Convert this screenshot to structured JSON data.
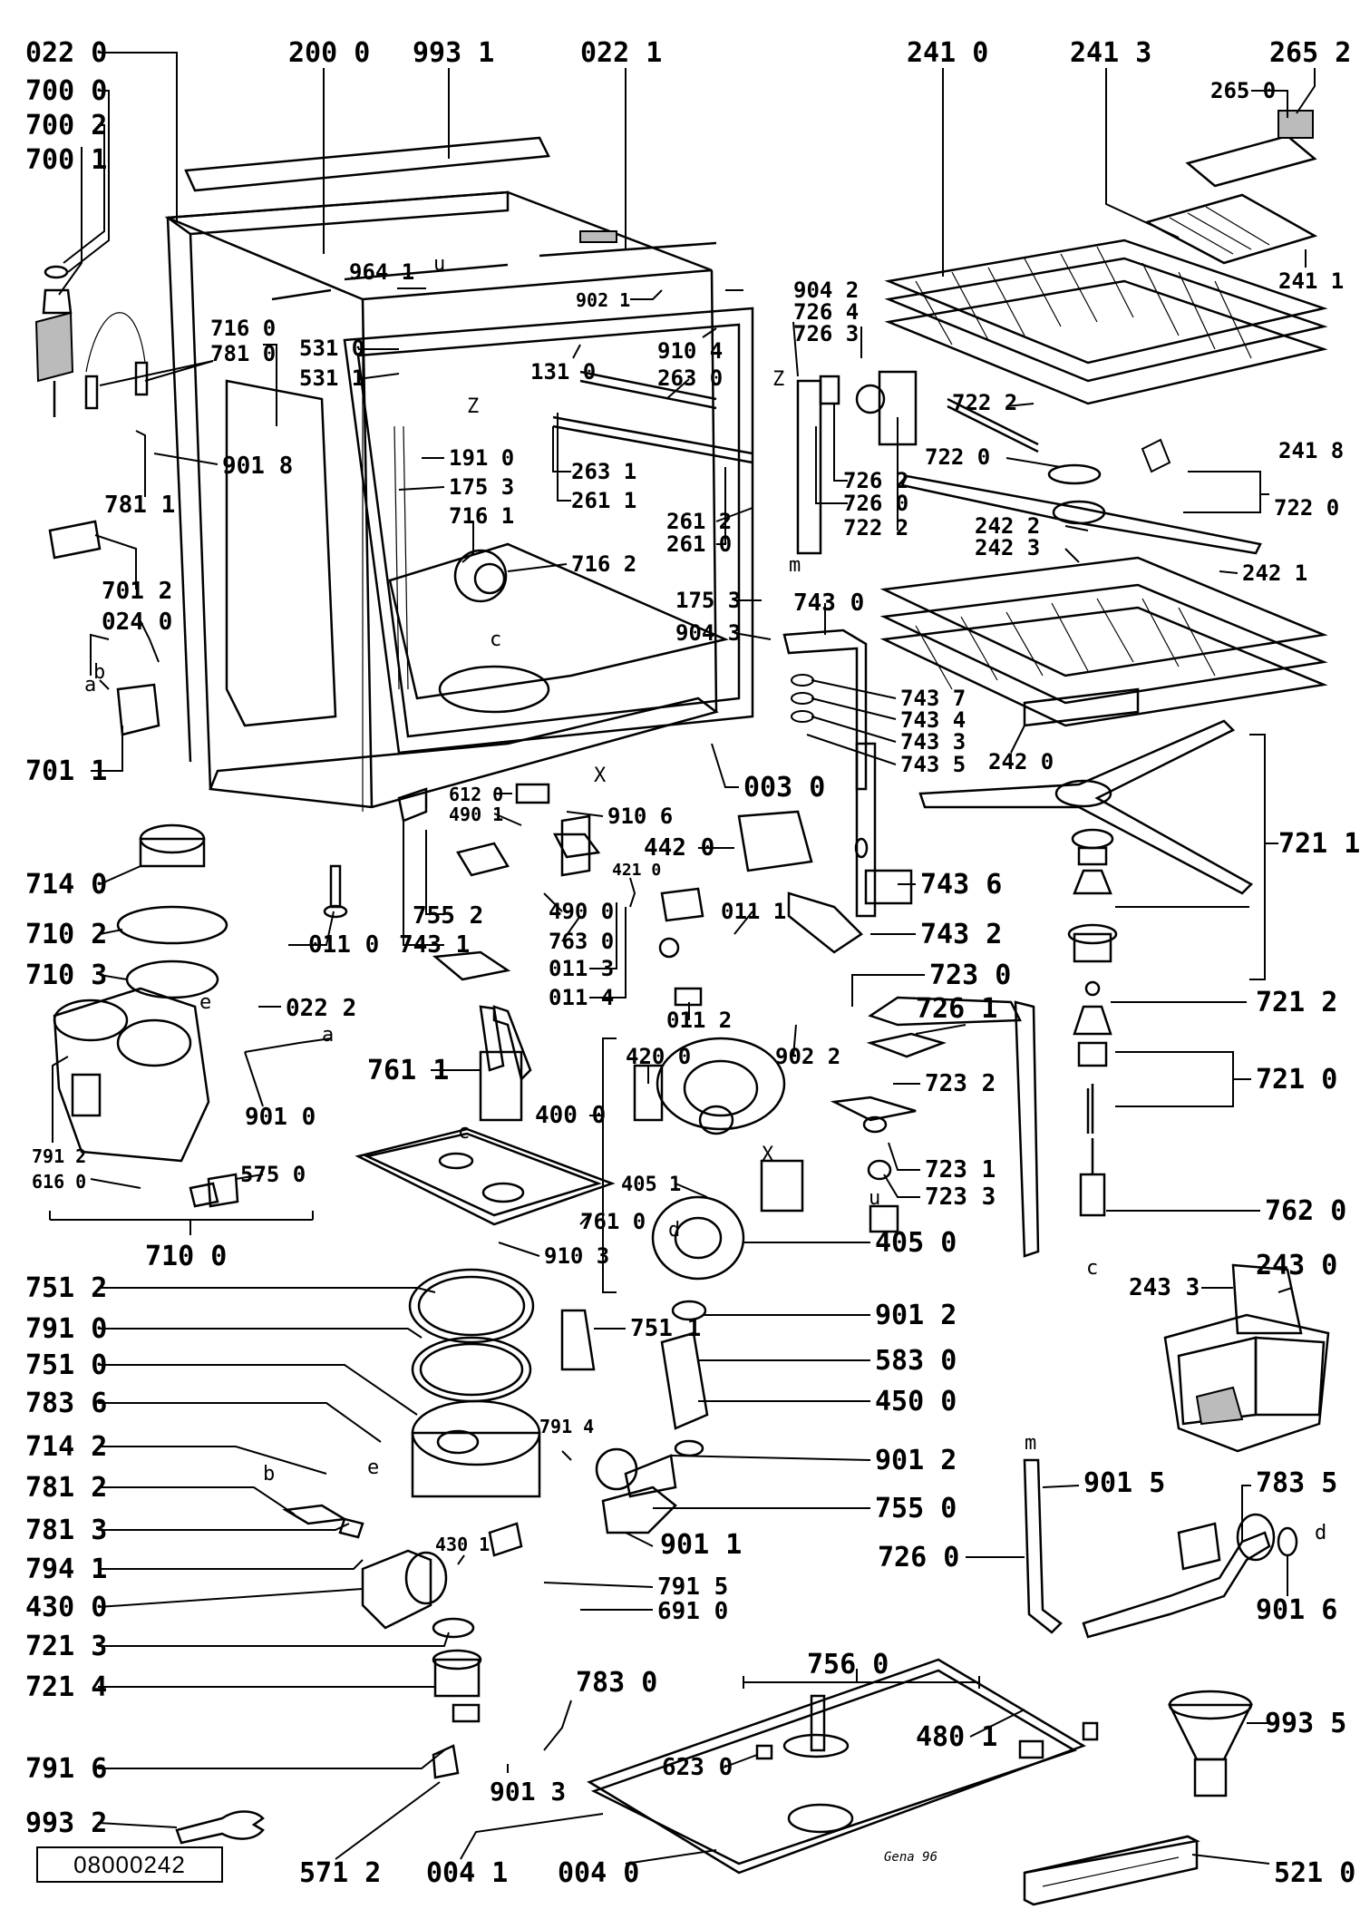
{
  "document_number": "08000242",
  "signature": "Gena 96",
  "labels": {
    "p0220": "022 0",
    "p7000": "700 0",
    "p7002": "700 2",
    "p7001": "700 1",
    "p2000": "200 0",
    "p9931": "993 1",
    "p0221": "022 1",
    "p2410": "241 0",
    "p2413": "241 3",
    "p2652": "265 2",
    "p2650": "265 0",
    "p2411": "241 1",
    "p2418": "241 8",
    "p9641": "964 1",
    "p9021": "902 1",
    "p9042": "904 2",
    "p7264": "726 4",
    "p7263": "726 3",
    "p7160": "716 0",
    "p7810": "781 0",
    "p5310": "531 0",
    "p5311": "531 1",
    "p1310": "131 0",
    "p9104": "910 4",
    "p2630": "263 0",
    "p7222": "722 2",
    "p7220a": "722 0",
    "p7220b": "722 0",
    "p9018": "901 8",
    "p7811": "781 1",
    "p1910": "191 0",
    "p1753": "175 3",
    "p7161": "716 1",
    "p2631": "263 1",
    "p2611": "261 1",
    "p2612": "261 2",
    "p2610": "261 0",
    "p7262": "726 2",
    "p7260": "726 0",
    "p7222b": "722 2",
    "p2422": "242 2",
    "p2423": "242 3",
    "p2421": "242 1",
    "p7162": "716 2",
    "p7012": "701 2",
    "p0240": "024 0",
    "p1753b": "175 3",
    "p9043": "904 3",
    "p7430": "743 0",
    "p7437": "743 7",
    "p7434": "743 4",
    "p7433": "743 3",
    "p7435": "743 5",
    "p2420": "242 0",
    "p7011": "701 1",
    "p6120": "612 0",
    "p4901": "490 1",
    "p9106": "910 6",
    "p0030": "003 0",
    "p7211": "721 1",
    "p4420": "442 0",
    "p7436": "743 6",
    "p7140": "714 0",
    "p7102": "710 2",
    "p7103": "710 3",
    "p4210": "421 0",
    "p0110": "011 0",
    "p7552": "755 2",
    "p7431": "743 1",
    "p4900": "490 0",
    "p7630": "763 0",
    "p0113": "011 3",
    "p0114": "011 4",
    "p0111": "011 1",
    "p7432": "743 2",
    "p0222": "022 2",
    "p7230": "723 0",
    "p7212": "721 2",
    "p7261": "726 1",
    "p0112": "011 2",
    "p9022": "902 2",
    "p4200": "420 0",
    "p7232": "723 2",
    "p7210": "721 0",
    "p7611": "761 1",
    "p9010": "901 0",
    "p4000": "400 0",
    "p7231": "723 1",
    "p7233": "723 3",
    "p7912": "791 2",
    "p6160": "616 0",
    "p5750": "575 0",
    "p4051": "405 1",
    "p7610": "761 0",
    "p7620": "762 0",
    "p7100": "710 0",
    "p9103": "910 3",
    "p4050": "405 0",
    "p2430": "243 0",
    "p2433": "243 3",
    "p7512": "751 2",
    "p7511": "751 1",
    "p9012a": "901 2",
    "p7910": "791 0",
    "p5830": "583 0",
    "p7510": "751 0",
    "p4500": "450 0",
    "p7836": "783 6",
    "p7142": "714 2",
    "p7914": "791 4",
    "p9012b": "901 2",
    "p7812": "781 2",
    "p9015": "901 5",
    "p7835": "783 5",
    "p7813": "781 3",
    "p7550": "755 0",
    "p7941": "794 1",
    "p4301": "430 1",
    "p9011": "901 1",
    "p7260b": "726 0",
    "p4300": "430 0",
    "p7915": "791 5",
    "p6910": "691 0",
    "p9016": "901 6",
    "p7213": "721 3",
    "p7560": "756 0",
    "p7214": "721 4",
    "p7830": "783 0",
    "p4801": "480 1",
    "p9935": "993 5",
    "p6230": "623 0",
    "p7916": "791 6",
    "p9013": "901 3",
    "p9932": "993 2",
    "p5212": "571 2",
    "p0041": "004 1",
    "p0040": "004 0",
    "p5210": "521 0"
  },
  "letters": {
    "a1": "a",
    "a2": "a",
    "b1": "b",
    "b2": "b",
    "c1": "c",
    "c2": "c",
    "c3": "c",
    "d1": "d",
    "d2": "d",
    "e1": "e",
    "e2": "e",
    "m1": "m",
    "m2": "m",
    "x1": "X",
    "x2": "X",
    "z1": "Z",
    "z2": "Z",
    "u1": "u",
    "u2": "u"
  }
}
